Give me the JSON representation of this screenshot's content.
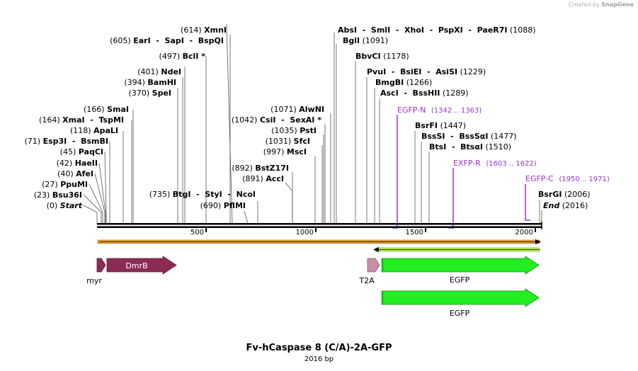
{
  "credit": {
    "created_by": "Created by",
    "brand": "SnapGene"
  },
  "title": "Fv-hCaspase 8 (C/A)-2A-GFP",
  "subtitle": "2016 bp",
  "axis": {
    "ticks": [
      "500",
      "1000",
      "1500",
      "2000"
    ]
  },
  "sites": [
    {
      "pos": "(0)",
      "name": "Start",
      "italic": true
    },
    {
      "pos": "(23)",
      "name": "Bsu36I"
    },
    {
      "pos": "(27)",
      "name": "PpuMI"
    },
    {
      "pos": "(40)",
      "name": "AfeI"
    },
    {
      "pos": "(42)",
      "name": "HaeII"
    },
    {
      "pos": "(45)",
      "name": "PaqCI"
    },
    {
      "pos": "(71)",
      "name": "Esp3I  -  BsmBI"
    },
    {
      "pos": "(118)",
      "name": "ApaLI"
    },
    {
      "pos": "(164)",
      "name": "XmaI  -  TspMI"
    },
    {
      "pos": "(166)",
      "name": "SmaI"
    },
    {
      "pos": "(370)",
      "name": "SpeI"
    },
    {
      "pos": "(394)",
      "name": "BamHI"
    },
    {
      "pos": "(401)",
      "name": "NdeI"
    },
    {
      "pos": "(497)",
      "name": "BclI *"
    },
    {
      "pos": "(605)",
      "name": "EarI  -  SapI  -  BspQI"
    },
    {
      "pos": "(614)",
      "name": "XmnI"
    },
    {
      "pos": "(735)",
      "name": "BtgI  -  StyI  -  NcoI"
    },
    {
      "pos": "(690)",
      "name": "PflMI"
    },
    {
      "pos": "(891)",
      "name": "AccI"
    },
    {
      "pos": "(892)",
      "name": "BstZ17I"
    },
    {
      "pos": "(997)",
      "name": "MscI"
    },
    {
      "pos": "(1031)",
      "name": "SfcI"
    },
    {
      "pos": "(1035)",
      "name": "PstI"
    },
    {
      "pos": "(1042)",
      "name": "CsiI  -  SexAI *"
    },
    {
      "pos": "(1071)",
      "name": "AlwNI"
    },
    {
      "pos": "(1088)",
      "name": "AbsI  -  SmlI  -  XhoI  -  PspXI  -  PaeR7I"
    },
    {
      "pos": "(1091)",
      "name": "BglI"
    },
    {
      "pos": "(1178)",
      "name": "BbvCI"
    },
    {
      "pos": "(1229)",
      "name": "PvuI  -  BsiEI  -  AsiSI"
    },
    {
      "pos": "(1266)",
      "name": "BmgBI"
    },
    {
      "pos": "(1289)",
      "name": "AscI  -  BssHII"
    },
    {
      "pos": "(1447)",
      "name": "BsrFI"
    },
    {
      "pos": "(1477)",
      "name": "BssSI  -  BssSαI"
    },
    {
      "pos": "(1510)",
      "name": "BtsI  -  BtsαI"
    },
    {
      "pos": "(2006)",
      "name": "BsrGI"
    },
    {
      "pos": "(2016)",
      "name": "End",
      "italic": true
    }
  ],
  "primers": [
    {
      "name": "EGFP-N",
      "range": "(1342 .. 1363)"
    },
    {
      "name": "EXFP-R",
      "range": "(1603 .. 1622)"
    },
    {
      "name": "EGFP-C",
      "range": "(1950 .. 1971)"
    }
  ],
  "features": [
    {
      "name": "myr"
    },
    {
      "name": "DmrB"
    },
    {
      "name": "T2A"
    },
    {
      "name": "EGFP"
    },
    {
      "name": "EGFP"
    }
  ],
  "colors": {
    "primer": "#9933cc",
    "dmrb": "#8b2c55",
    "egfp": "#22ee22",
    "orf_orange": "#e8a030",
    "orf_green": "#b8f060",
    "t2a": "#c78fa8"
  }
}
